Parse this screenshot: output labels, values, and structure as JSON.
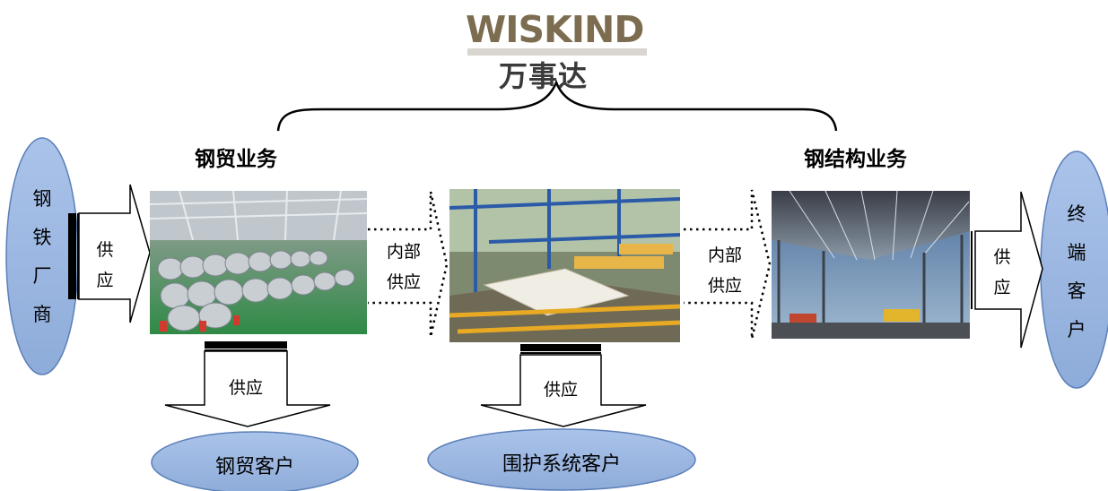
{
  "logo": {
    "wordmark": "WISKIND",
    "chinese": "万事达"
  },
  "sections": {
    "steel_trade": "钢贸业务",
    "steel_structure": "钢结构业务"
  },
  "nodes": {
    "supplier_chars": [
      "钢",
      "铁",
      "厂",
      "商"
    ],
    "end_customer_chars": [
      "终",
      "端",
      "客",
      "户"
    ],
    "trade_customer": "钢贸客户",
    "enclosure_customer": "围护系统客户"
  },
  "arrows": {
    "supply_left_chars": [
      "供",
      "应"
    ],
    "supply_right_chars": [
      "供",
      "应"
    ],
    "internal_1": [
      "内部",
      "供应"
    ],
    "internal_2": [
      "内部",
      "供应"
    ],
    "supply_down_1": "供应",
    "supply_down_2": "供应"
  },
  "colors": {
    "oval_fill": "#9db7e0",
    "oval_stroke": "#5b7fb8",
    "logo_brown": "#7d6d50"
  }
}
